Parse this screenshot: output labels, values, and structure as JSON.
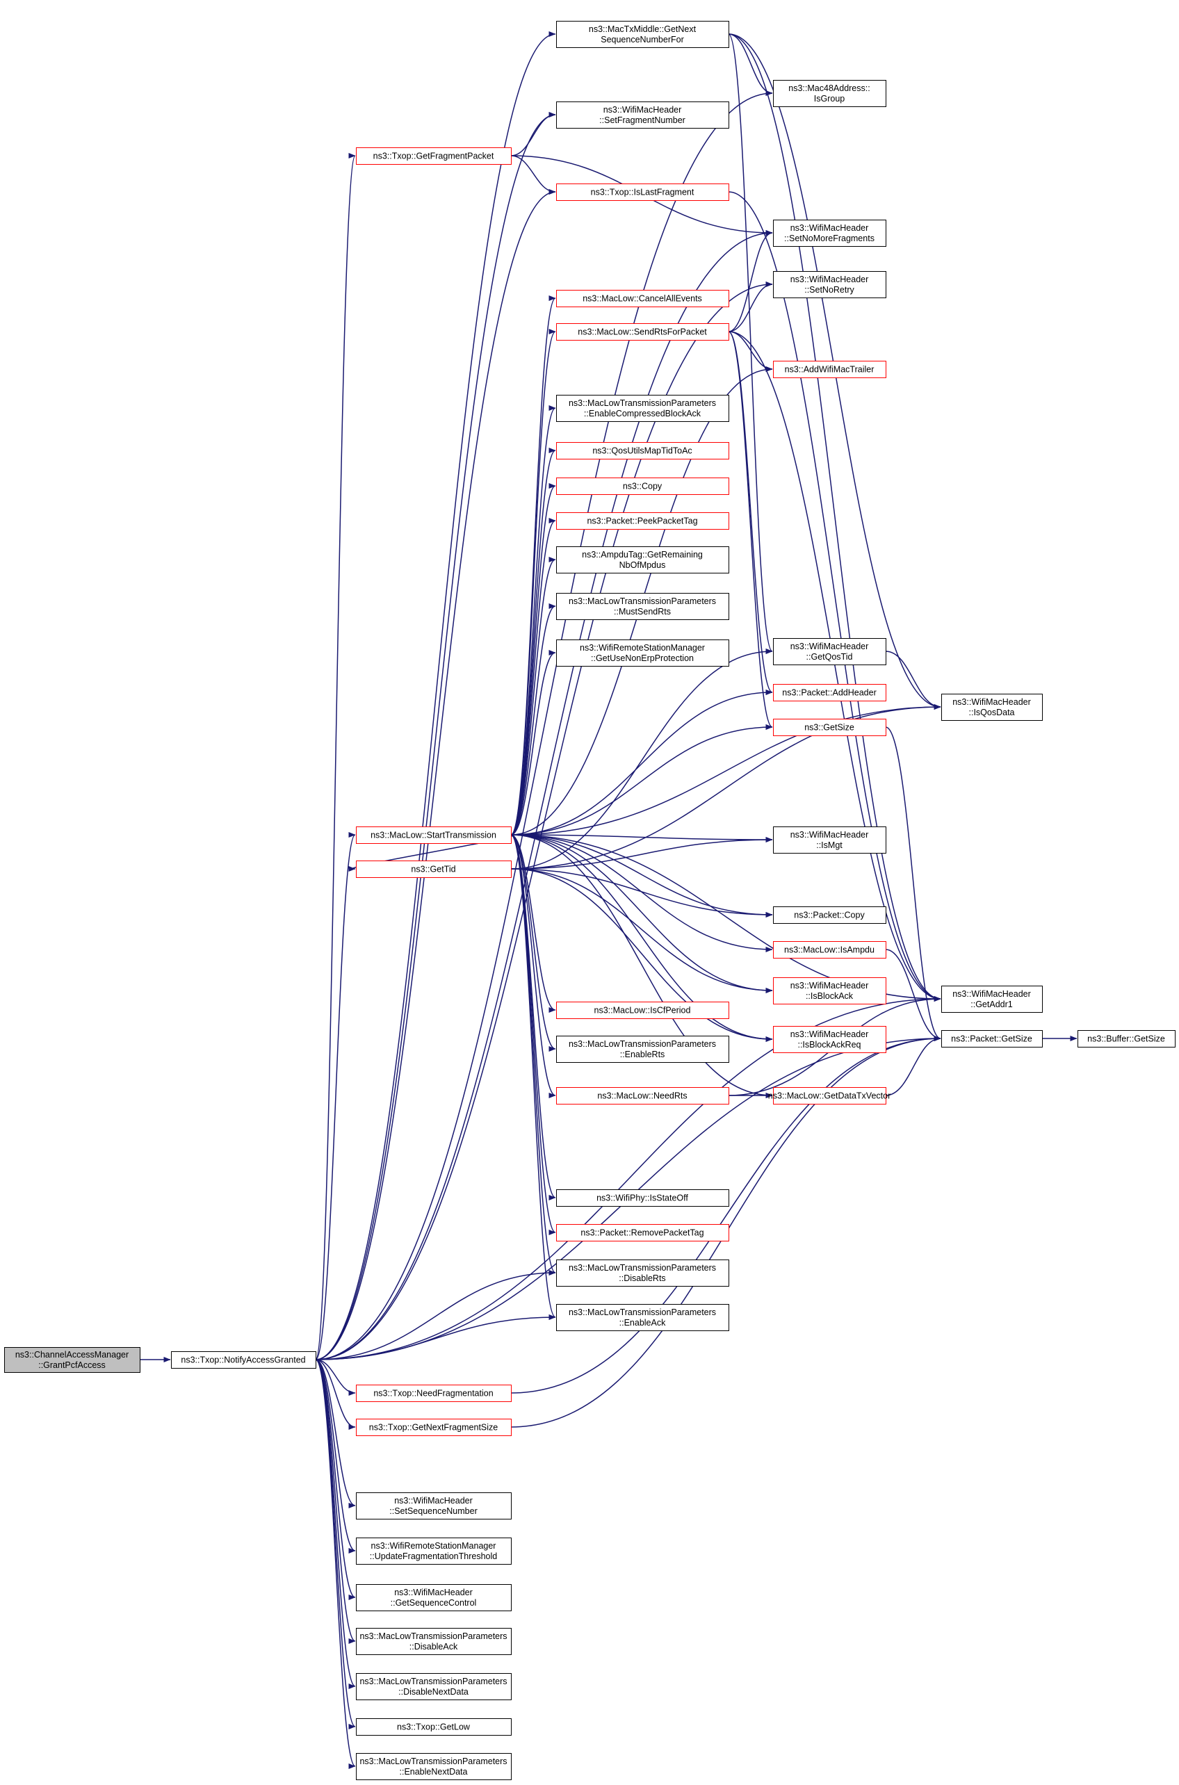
{
  "colors": {
    "edge": "#191970",
    "node_border": "#000000",
    "truncated_border": "#ff0000",
    "root_fill": "#bfbfbf",
    "node_fill": "#ffffff"
  },
  "nodes": [
    {
      "id": "root",
      "lines": [
        "ns3::ChannelAccessManager",
        "::GrantPcfAccess"
      ],
      "style": "root"
    },
    {
      "id": "notify",
      "lines": [
        "ns3::Txop::NotifyAccessGranted"
      ],
      "style": "normal"
    },
    {
      "id": "macTxNext",
      "lines": [
        "ns3::MacTxMiddle::GetNext",
        "SequenceNumberFor"
      ],
      "style": "normal"
    },
    {
      "id": "mac48",
      "lines": [
        "ns3::Mac48Address::",
        "IsGroup"
      ],
      "style": "normal"
    },
    {
      "id": "setFragNum",
      "lines": [
        "ns3::WifiMacHeader",
        "::SetFragmentNumber"
      ],
      "style": "normal"
    },
    {
      "id": "getFragPkt",
      "lines": [
        "ns3::Txop::GetFragmentPacket"
      ],
      "style": "truncated"
    },
    {
      "id": "isLastFrag",
      "lines": [
        "ns3::Txop::IsLastFragment"
      ],
      "style": "truncated"
    },
    {
      "id": "setNoMore",
      "lines": [
        "ns3::WifiMacHeader",
        "::SetNoMoreFragments"
      ],
      "style": "normal"
    },
    {
      "id": "setNoRetry",
      "lines": [
        "ns3::WifiMacHeader",
        "::SetNoRetry"
      ],
      "style": "normal"
    },
    {
      "id": "cancelAll",
      "lines": [
        "ns3::MacLow::CancelAllEvents"
      ],
      "style": "truncated"
    },
    {
      "id": "sendRts",
      "lines": [
        "ns3::MacLow::SendRtsForPacket"
      ],
      "style": "truncated"
    },
    {
      "id": "addTrailer",
      "lines": [
        "ns3::AddWifiMacTrailer"
      ],
      "style": "truncated"
    },
    {
      "id": "enableCompressed",
      "lines": [
        "ns3::MacLowTransmissionParameters",
        "::EnableCompressedBlockAck"
      ],
      "style": "normal"
    },
    {
      "id": "qosMap",
      "lines": [
        "ns3::QosUtilsMapTidToAc"
      ],
      "style": "truncated"
    },
    {
      "id": "copy",
      "lines": [
        "ns3::Copy"
      ],
      "style": "truncated"
    },
    {
      "id": "peekTag",
      "lines": [
        "ns3::Packet::PeekPacketTag"
      ],
      "style": "truncated"
    },
    {
      "id": "ampduTag",
      "lines": [
        "ns3::AmpduTag::GetRemaining",
        "NbOfMpdus"
      ],
      "style": "normal"
    },
    {
      "id": "mustSendRts",
      "lines": [
        "ns3::MacLowTransmissionParameters",
        "::MustSendRts"
      ],
      "style": "normal"
    },
    {
      "id": "nonErp",
      "lines": [
        "ns3::WifiRemoteStationManager",
        "::GetUseNonErpProtection"
      ],
      "style": "normal"
    },
    {
      "id": "getQosTid",
      "lines": [
        "ns3::WifiMacHeader",
        "::GetQosTid"
      ],
      "style": "normal"
    },
    {
      "id": "addHeader",
      "lines": [
        "ns3::Packet::AddHeader"
      ],
      "style": "truncated"
    },
    {
      "id": "isQosData",
      "lines": [
        "ns3::WifiMacHeader",
        "::IsQosData"
      ],
      "style": "normal"
    },
    {
      "id": "getSize3",
      "lines": [
        "ns3::GetSize"
      ],
      "style": "truncated"
    },
    {
      "id": "startTx",
      "lines": [
        "ns3::MacLow::StartTransmission"
      ],
      "style": "truncated"
    },
    {
      "id": "isMgt",
      "lines": [
        "ns3::WifiMacHeader",
        "::IsMgt"
      ],
      "style": "normal"
    },
    {
      "id": "getTid",
      "lines": [
        "ns3::GetTid"
      ],
      "style": "truncated"
    },
    {
      "id": "pktCopy",
      "lines": [
        "ns3::Packet::Copy"
      ],
      "style": "normal"
    },
    {
      "id": "isAmpdu",
      "lines": [
        "ns3::MacLow::IsAmpdu"
      ],
      "style": "truncated"
    },
    {
      "id": "isBlockAck",
      "lines": [
        "ns3::WifiMacHeader",
        "::IsBlockAck"
      ],
      "style": "truncated"
    },
    {
      "id": "getAddr1",
      "lines": [
        "ns3::WifiMacHeader",
        "::GetAddr1"
      ],
      "style": "normal"
    },
    {
      "id": "isCfPeriod",
      "lines": [
        "ns3::MacLow::IsCfPeriod"
      ],
      "style": "truncated"
    },
    {
      "id": "pktGetSize",
      "lines": [
        "ns3::Packet::GetSize"
      ],
      "style": "normal"
    },
    {
      "id": "bufGetSize",
      "lines": [
        "ns3::Buffer::GetSize"
      ],
      "style": "normal"
    },
    {
      "id": "enableRts",
      "lines": [
        "ns3::MacLowTransmissionParameters",
        "::EnableRts"
      ],
      "style": "normal"
    },
    {
      "id": "isBlockAckReq",
      "lines": [
        "ns3::WifiMacHeader",
        "::IsBlockAckReq"
      ],
      "style": "truncated"
    },
    {
      "id": "needRts",
      "lines": [
        "ns3::MacLow::NeedRts"
      ],
      "style": "truncated"
    },
    {
      "id": "dataTxVector",
      "lines": [
        "ns3::MacLow::GetDataTxVector"
      ],
      "style": "truncated"
    },
    {
      "id": "isStateOff",
      "lines": [
        "ns3::WifiPhy::IsStateOff"
      ],
      "style": "normal"
    },
    {
      "id": "removeTag",
      "lines": [
        "ns3::Packet::RemovePacketTag"
      ],
      "style": "truncated"
    },
    {
      "id": "disableRts",
      "lines": [
        "ns3::MacLowTransmissionParameters",
        "::DisableRts"
      ],
      "style": "normal"
    },
    {
      "id": "enableAck",
      "lines": [
        "ns3::MacLowTransmissionParameters",
        "::EnableAck"
      ],
      "style": "normal"
    },
    {
      "id": "needFrag",
      "lines": [
        "ns3::Txop::NeedFragmentation"
      ],
      "style": "truncated"
    },
    {
      "id": "nextFragSize",
      "lines": [
        "ns3::Txop::GetNextFragmentSize"
      ],
      "style": "truncated"
    },
    {
      "id": "setSeqNum",
      "lines": [
        "ns3::WifiMacHeader",
        "::SetSequenceNumber"
      ],
      "style": "normal"
    },
    {
      "id": "updateFrag",
      "lines": [
        "ns3::WifiRemoteStationManager",
        "::UpdateFragmentationThreshold"
      ],
      "style": "normal"
    },
    {
      "id": "getSeqCtrl",
      "lines": [
        "ns3::WifiMacHeader",
        "::GetSequenceControl"
      ],
      "style": "normal"
    },
    {
      "id": "disableAck",
      "lines": [
        "ns3::MacLowTransmissionParameters",
        "::DisableAck"
      ],
      "style": "normal"
    },
    {
      "id": "disableNext",
      "lines": [
        "ns3::MacLowTransmissionParameters",
        "::DisableNextData"
      ],
      "style": "normal"
    },
    {
      "id": "getLow",
      "lines": [
        "ns3::Txop::GetLow"
      ],
      "style": "normal"
    },
    {
      "id": "enableNext",
      "lines": [
        "ns3::MacLowTransmissionParameters",
        "::EnableNextData"
      ],
      "style": "normal"
    }
  ],
  "edges": [
    [
      "root",
      "notify"
    ],
    [
      "notify",
      "macTxNext"
    ],
    [
      "notify",
      "mac48"
    ],
    [
      "notify",
      "setFragNum"
    ],
    [
      "notify",
      "getFragPkt"
    ],
    [
      "notify",
      "isLastFrag"
    ],
    [
      "notify",
      "setNoMore"
    ],
    [
      "notify",
      "setNoRetry"
    ],
    [
      "notify",
      "startTx"
    ],
    [
      "notify",
      "disableRts"
    ],
    [
      "notify",
      "enableAck"
    ],
    [
      "notify",
      "getAddr1"
    ],
    [
      "notify",
      "needFrag"
    ],
    [
      "notify",
      "nextFragSize"
    ],
    [
      "notify",
      "pktGetSize"
    ],
    [
      "notify",
      "setSeqNum"
    ],
    [
      "notify",
      "updateFrag"
    ],
    [
      "notify",
      "getSeqCtrl"
    ],
    [
      "notify",
      "disableAck"
    ],
    [
      "notify",
      "disableNext"
    ],
    [
      "notify",
      "getLow"
    ],
    [
      "notify",
      "enableNext"
    ],
    [
      "macTxNext",
      "mac48"
    ],
    [
      "macTxNext",
      "getQosTid"
    ],
    [
      "macTxNext",
      "isQosData"
    ],
    [
      "macTxNext",
      "getAddr1"
    ],
    [
      "getFragPkt",
      "setFragNum"
    ],
    [
      "getFragPkt",
      "isLastFrag"
    ],
    [
      "getFragPkt",
      "setNoMore"
    ],
    [
      "isLastFrag",
      "getAddr1"
    ],
    [
      "sendRts",
      "setNoMore"
    ],
    [
      "sendRts",
      "setNoRetry"
    ],
    [
      "sendRts",
      "addTrailer"
    ],
    [
      "sendRts",
      "addHeader"
    ],
    [
      "sendRts",
      "getSize3"
    ],
    [
      "sendRts",
      "getAddr1"
    ],
    [
      "startTx",
      "cancelAll"
    ],
    [
      "startTx",
      "sendRts"
    ],
    [
      "startTx",
      "addTrailer"
    ],
    [
      "startTx",
      "enableCompressed"
    ],
    [
      "startTx",
      "qosMap"
    ],
    [
      "startTx",
      "copy"
    ],
    [
      "startTx",
      "peekTag"
    ],
    [
      "startTx",
      "ampduTag"
    ],
    [
      "startTx",
      "mustSendRts"
    ],
    [
      "startTx",
      "nonErp"
    ],
    [
      "startTx",
      "addHeader"
    ],
    [
      "startTx",
      "getSize3"
    ],
    [
      "startTx",
      "isQosData"
    ],
    [
      "startTx",
      "getAddr1"
    ],
    [
      "startTx",
      "isMgt"
    ],
    [
      "startTx",
      "getTid"
    ],
    [
      "startTx",
      "pktCopy"
    ],
    [
      "startTx",
      "isAmpdu"
    ],
    [
      "startTx",
      "isBlockAck"
    ],
    [
      "startTx",
      "isCfPeriod"
    ],
    [
      "startTx",
      "enableRts"
    ],
    [
      "startTx",
      "isBlockAckReq"
    ],
    [
      "startTx",
      "needRts"
    ],
    [
      "startTx",
      "dataTxVector"
    ],
    [
      "startTx",
      "isStateOff"
    ],
    [
      "startTx",
      "removeTag"
    ],
    [
      "startTx",
      "disableRts"
    ],
    [
      "startTx",
      "enableAck"
    ],
    [
      "getTid",
      "getQosTid"
    ],
    [
      "getTid",
      "isMgt"
    ],
    [
      "getTid",
      "isQosData"
    ],
    [
      "getTid",
      "pktCopy"
    ],
    [
      "getTid",
      "isBlockAck"
    ],
    [
      "getTid",
      "isBlockAckReq"
    ],
    [
      "getQosTid",
      "isQosData"
    ],
    [
      "getSize3",
      "pktGetSize"
    ],
    [
      "isAmpdu",
      "pktGetSize"
    ],
    [
      "needRts",
      "dataTxVector"
    ],
    [
      "needRts",
      "getAddr1"
    ],
    [
      "dataTxVector",
      "pktGetSize"
    ],
    [
      "needFrag",
      "pktGetSize"
    ],
    [
      "nextFragSize",
      "pktGetSize"
    ],
    [
      "pktGetSize",
      "bufGetSize"
    ]
  ]
}
